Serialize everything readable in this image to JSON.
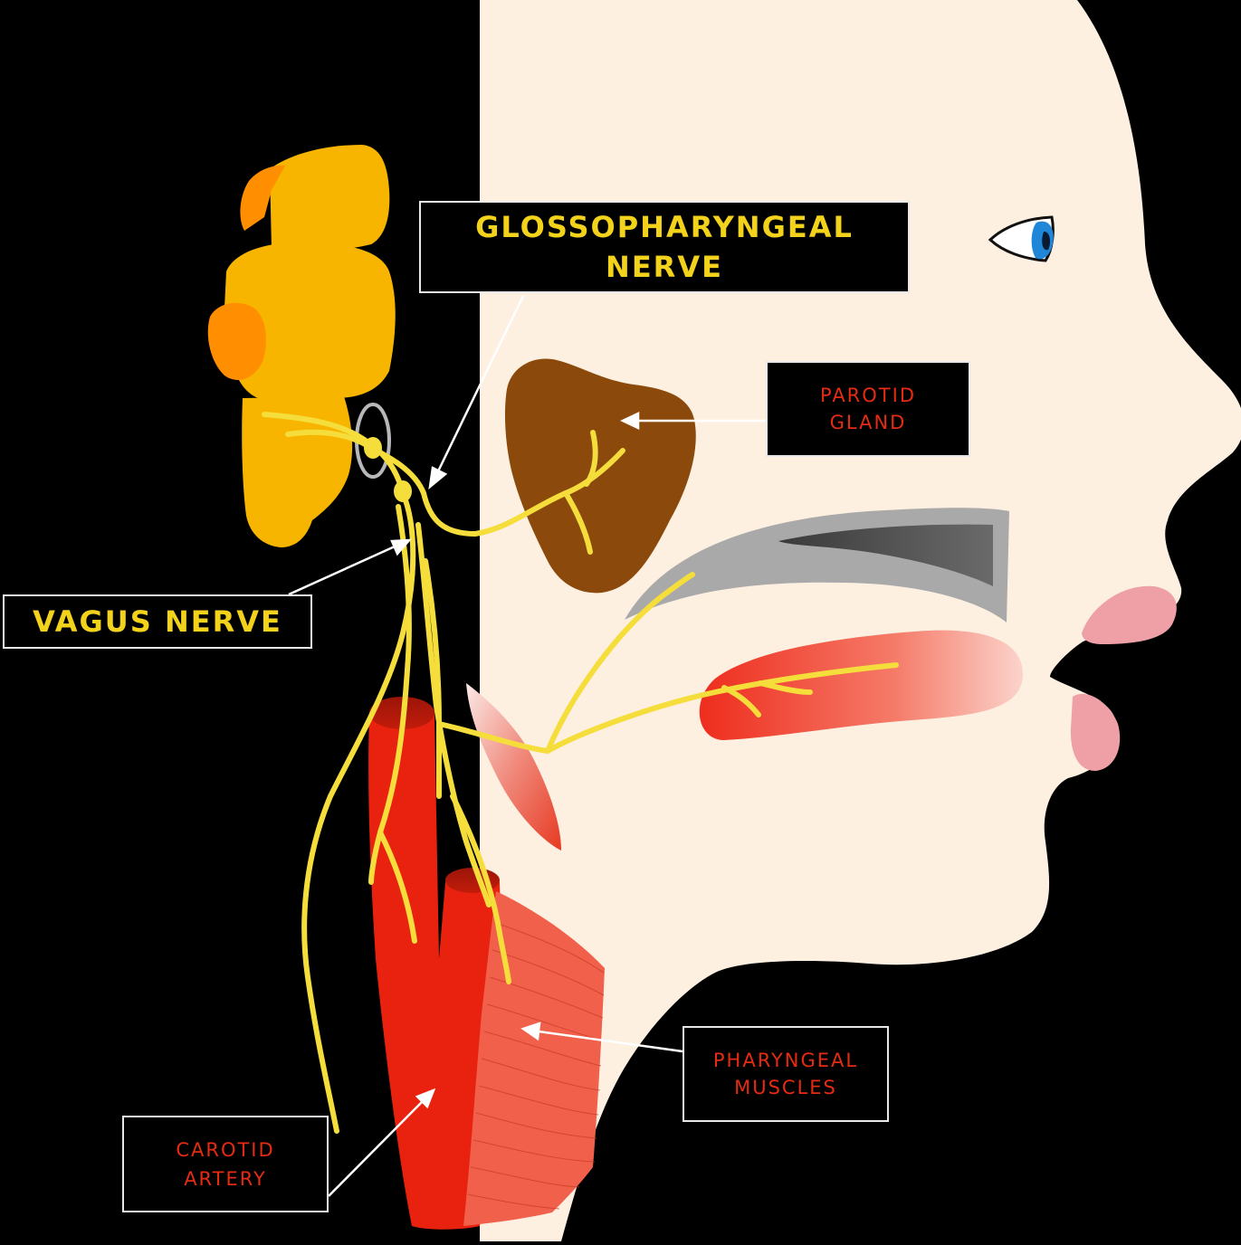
{
  "labels": {
    "glossopharyngeal": [
      "GLOSSOPHARYNGEAL",
      "NERVE"
    ],
    "vagus": "VAGUS NERVE",
    "parotid": [
      "PAROTID",
      "GLAND"
    ],
    "pharyngeal": [
      "PHARYNGEAL",
      "MUSCLES"
    ],
    "carotid": [
      "CAROTID",
      "ARTERY"
    ]
  },
  "colors": {
    "background": "#000000",
    "skin": "#fdf0e1",
    "brainstem": "#f7b500",
    "brainstem_dark": "#ff8f00",
    "nerve": "#f5de3c",
    "parotid": "#8b4a0c",
    "artery": "#e9220f",
    "muscle": "#f0604a",
    "tongue": "#f25a48",
    "lips": "#eea0a6",
    "palate": "#a9a9a9",
    "eye_iris": "#1f86d8",
    "label_yellow": "#f2d21b",
    "label_red": "#e52c12"
  }
}
